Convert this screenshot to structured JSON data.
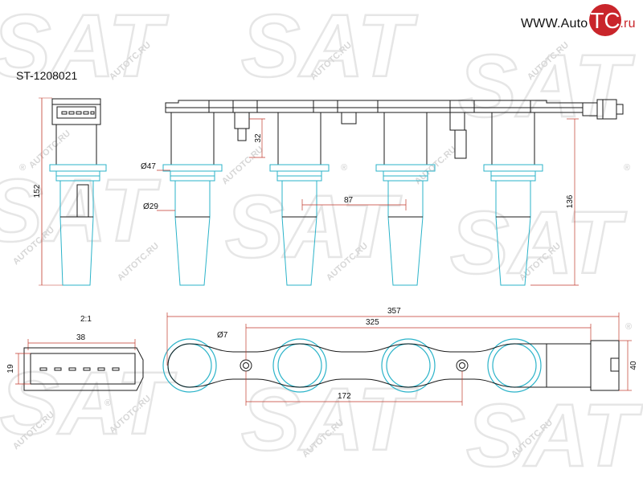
{
  "header": {
    "part_number": "ST-1208021",
    "site_url_main": "WWW.Auto",
    "site_url_suffix": ".ru",
    "logo_text": "TC"
  },
  "watermarks": {
    "big_text": "SAT",
    "small_text": "AUTOTC.RU",
    "registered_mark": "®"
  },
  "dimensions": {
    "side_height": "152",
    "coil_height": "136",
    "bracket_height": "32",
    "collar_diameter": "Ø47",
    "boot_diameter": "Ø29",
    "spacing_top": "87",
    "connector_scale": "2:1",
    "connector_width": "38",
    "connector_height": "19",
    "total_length": "357",
    "hole_length": "325",
    "hole_spacing": "172",
    "hole_diameter": "Ø7",
    "rail_height": "40"
  },
  "colors": {
    "outline": "#1a1a1a",
    "dimension_line": "#c0392b",
    "coil_highlight": "#2bb3c9",
    "brand_red": "#c9252b",
    "watermark": "#d7d7d7"
  }
}
